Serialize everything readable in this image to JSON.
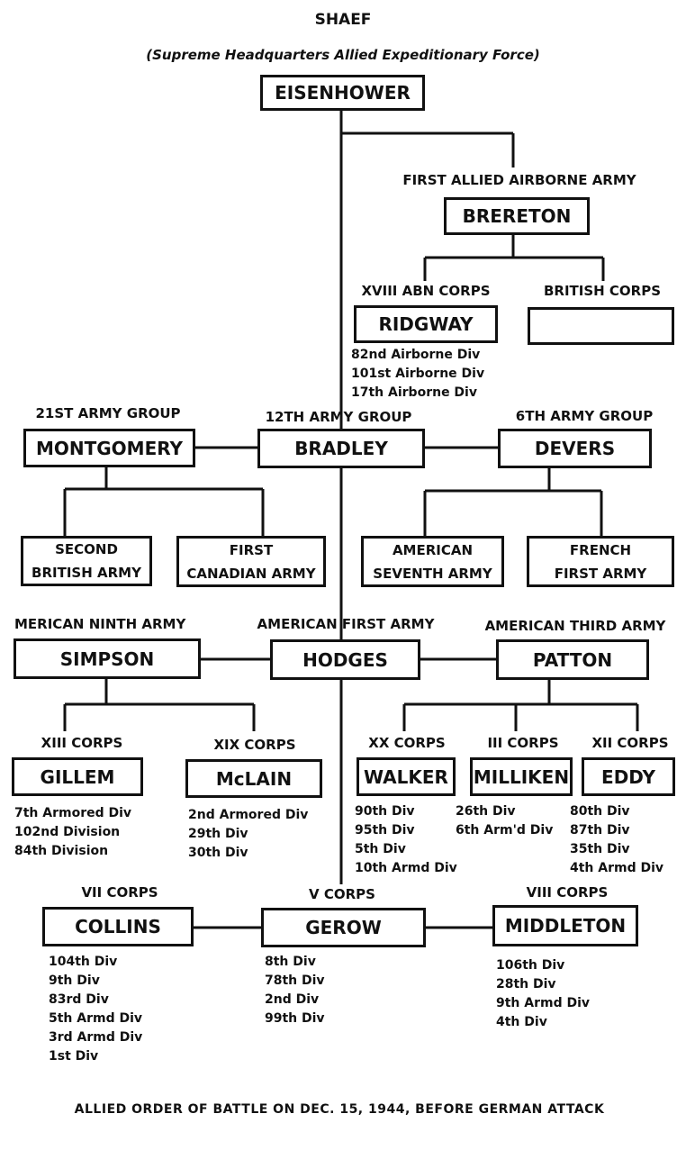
{
  "header": {
    "title": "SHAEF",
    "subtitle": "(Supreme Headquarters Allied Expeditionary Force)"
  },
  "units": {
    "eisenhower": {
      "commander": "EISENHOWER"
    },
    "airborne_army": {
      "formation": "FIRST ALLIED AIRBORNE ARMY",
      "commander": "BRERETON"
    },
    "xviii_abn": {
      "formation": "XVIII ABN CORPS",
      "commander": "RIDGWAY",
      "divisions": [
        "82nd Airborne Div",
        "101st Airborne Div",
        "17th Airborne Div"
      ]
    },
    "british_corps": {
      "formation": "BRITISH CORPS",
      "commander": ""
    },
    "twentyfirst_ag": {
      "formation": "21ST ARMY GROUP",
      "commander": "MONTGOMERY"
    },
    "twelfth_ag": {
      "formation": "12TH ARMY GROUP",
      "commander": "BRADLEY"
    },
    "sixth_ag": {
      "formation": "6TH ARMY GROUP",
      "commander": "DEVERS"
    },
    "second_british": {
      "line1": "SECOND",
      "line2": "BRITISH ARMY"
    },
    "first_canadian": {
      "line1": "FIRST",
      "line2": "CANADIAN ARMY"
    },
    "american_seventh": {
      "line1": "AMERICAN",
      "line2": "SEVENTH ARMY"
    },
    "french_first": {
      "line1": "FRENCH",
      "line2": "FIRST ARMY"
    },
    "ninth_army": {
      "formation": "MERICAN NINTH ARMY",
      "commander": "SIMPSON"
    },
    "first_army": {
      "formation": "AMERICAN FIRST ARMY",
      "commander": "HODGES"
    },
    "third_army": {
      "formation": "AMERICAN THIRD ARMY",
      "commander": "PATTON"
    },
    "xiii_corps": {
      "formation": "XIII CORPS",
      "commander": "GILLEM",
      "divisions": [
        "7th Armored Div",
        "102nd Division",
        "84th Division"
      ]
    },
    "xix_corps": {
      "formation": "XIX CORPS",
      "commander": "McLAIN",
      "divisions": [
        "2nd Armored Div",
        "29th Div",
        "30th Div"
      ]
    },
    "xx_corps": {
      "formation": "XX CORPS",
      "commander": "WALKER",
      "divisions": [
        "90th Div",
        "95th Div",
        "5th Div",
        "10th Armd Div"
      ]
    },
    "iii_corps": {
      "formation": "III CORPS",
      "commander": "MILLIKEN",
      "divisions": [
        "26th Div",
        "6th Arm'd Div"
      ]
    },
    "xii_corps": {
      "formation": "XII CORPS",
      "commander": "EDDY",
      "divisions": [
        "80th Div",
        "87th Div",
        "35th Div",
        "4th Armd Div"
      ]
    },
    "vii_corps": {
      "formation": "VII CORPS",
      "commander": "COLLINS",
      "divisions": [
        "104th Div",
        "9th Div",
        "83rd Div",
        "5th Armd Div",
        "3rd Armd Div",
        "1st Div"
      ]
    },
    "v_corps": {
      "formation": "V CORPS",
      "commander": "GEROW",
      "divisions": [
        "8th Div",
        "78th Div",
        "2nd Div",
        "99th Div"
      ]
    },
    "viii_corps": {
      "formation": "VIII CORPS",
      "commander": "MIDDLETON",
      "divisions": [
        "106th Div",
        "28th Div",
        "9th Armd Div",
        "4th Div"
      ]
    }
  },
  "footer": {
    "caption": "ALLIED ORDER OF BATTLE ON DEC. 15, 1944, BEFORE GERMAN ATTACK"
  }
}
